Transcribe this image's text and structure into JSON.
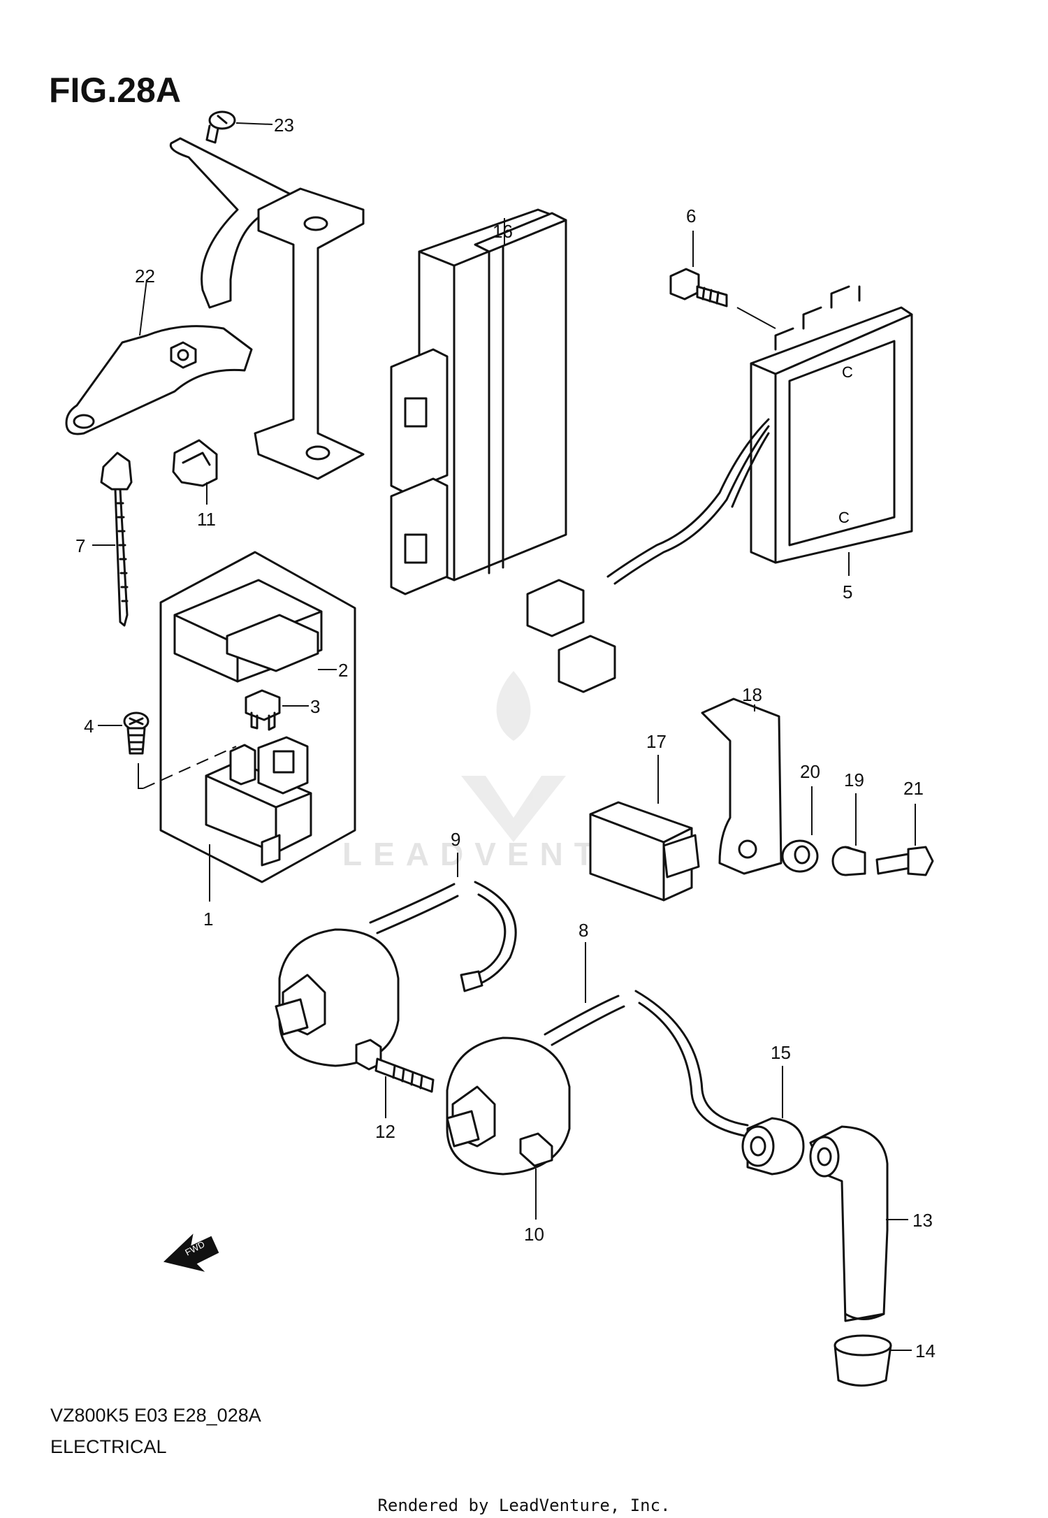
{
  "figure": {
    "title": "FIG.28A"
  },
  "callouts": {
    "p1": "1",
    "p2": "2",
    "p3": "3",
    "p4": "4",
    "p5": "5",
    "p6": "6",
    "p7": "7",
    "p8": "8",
    "p9": "9",
    "p10": "10",
    "p11": "11",
    "p12": "12",
    "p13": "13",
    "p14": "14",
    "p15": "15",
    "p16": "16",
    "p17": "17",
    "p18": "18",
    "p19": "19",
    "p20": "20",
    "p21": "21",
    "p22": "22",
    "p23": "23"
  },
  "footer": {
    "model_code": "VZ800K5 E03 E28_028A",
    "section": "ELECTRICAL",
    "rendered_by": "Rendered by LeadVenture, Inc."
  },
  "watermark": {
    "text": "LEADVENTURE"
  },
  "fwd_label": "FWD",
  "colors": {
    "line": "#111111",
    "watermark": "#e4e4e4",
    "background": "#ffffff"
  }
}
